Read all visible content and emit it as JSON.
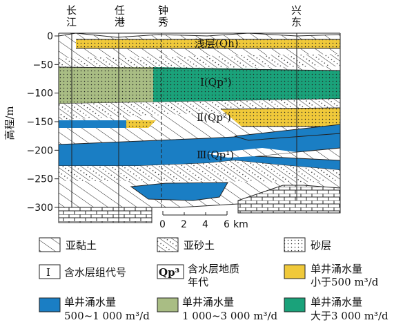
{
  "wells": [
    "长\n江",
    "任\n港",
    "钟\n秀",
    "兴\n东"
  ],
  "y_axis": {
    "label": "高程/m",
    "ticks": [
      "0",
      "−50",
      "−100",
      "−150",
      "−200",
      "−250",
      "−300"
    ]
  },
  "layer_labels": {
    "shallow": "浅层(Qh)",
    "aquifer1": "Ⅰ(Qp³)",
    "aquifer2": "Ⅱ(Qp²)",
    "aquifer3": "Ⅲ(Qp¹)"
  },
  "scale": {
    "ticks": [
      "0",
      "2",
      "4",
      "6"
    ],
    "unit": "km"
  },
  "legend": {
    "clay": "亚黏土",
    "sandy_clay": "亚砂土",
    "sand": "砂层",
    "aquifer_code_symbol": "Ⅰ",
    "aquifer_code": "含水层组代号",
    "geo_age_symbol": "Qp³",
    "geo_age_line1": "含水层地质",
    "geo_age_line2": "年代",
    "yield_lt500_line1": "单井涌水量",
    "yield_lt500_line2": "小于500 m³/d",
    "yield_500_1000_line1": "单井涌水量",
    "yield_500_1000_line2": "500~1 000 m³/d",
    "yield_1000_3000_line1": "单井涌水量",
    "yield_1000_3000_line2": "1 000~3 000 m³/d",
    "yield_gt3000_line1": "单井涌水量",
    "yield_gt3000_line2": "大于3 000 m³/d"
  },
  "colors": {
    "yellow": "#f0c93a",
    "blue": "#1a7ec4",
    "olive": "#a9bd84",
    "teal": "#1aa27a"
  }
}
